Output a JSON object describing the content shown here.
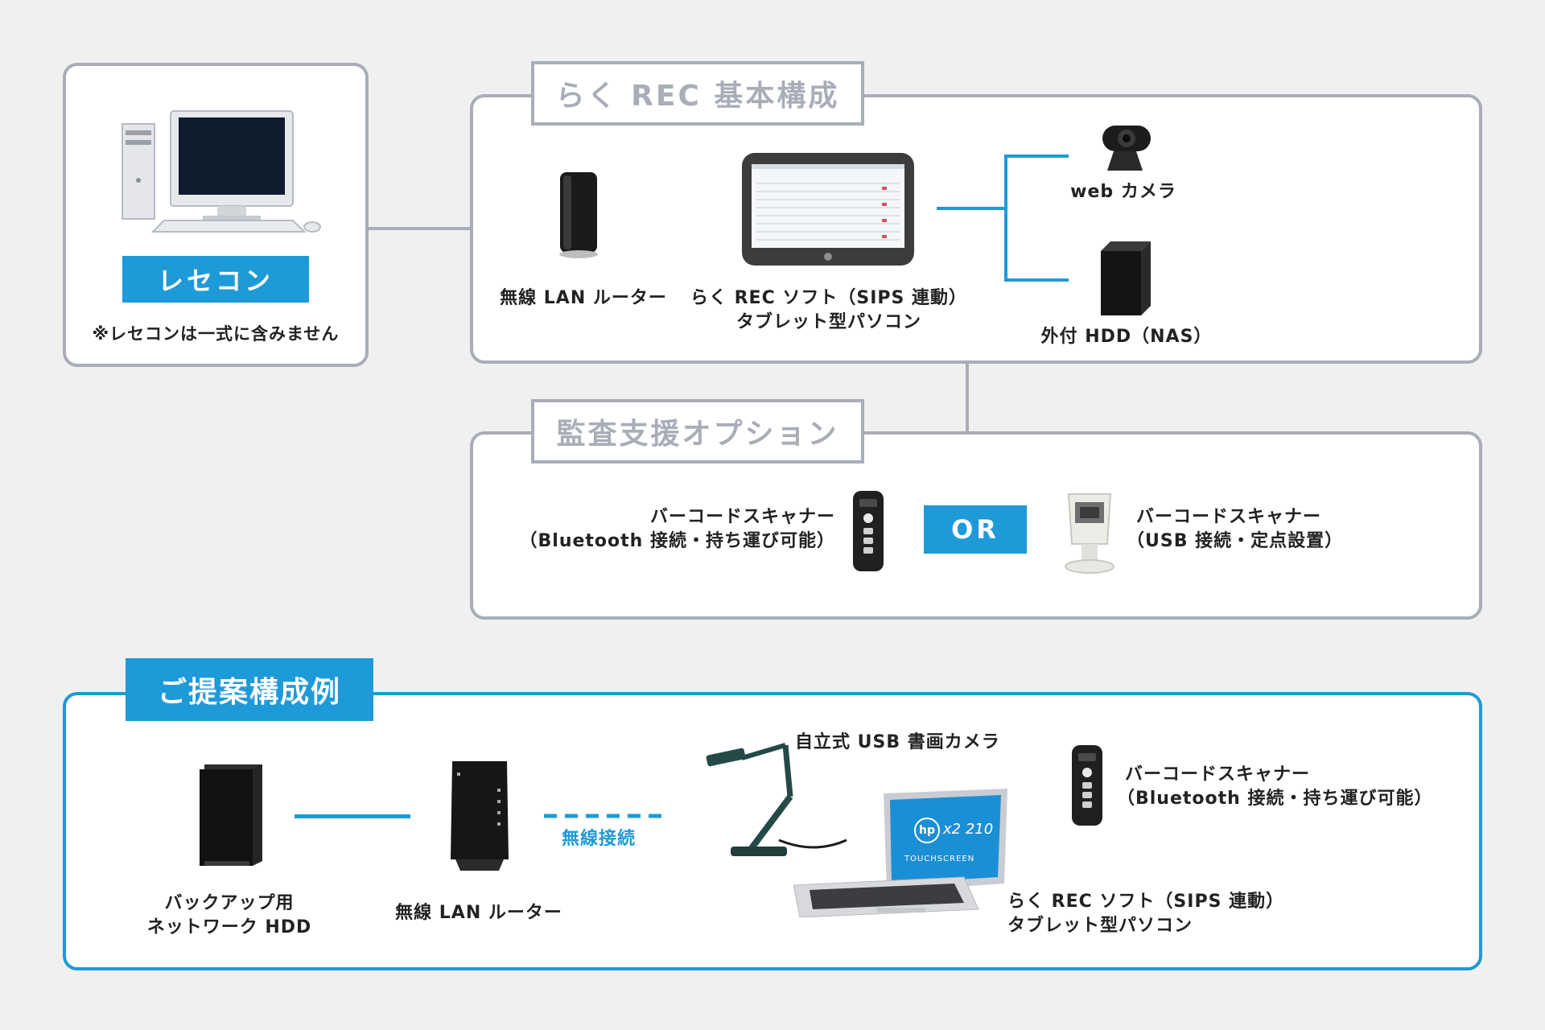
{
  "reccon": {
    "button_label": "レセコン",
    "note": "※レセコンは一式に含みません"
  },
  "basic": {
    "title": "らく REC 基本構成",
    "router_label": "無線 LAN ルーター",
    "tablet_label_1": "らく REC ソフト（SIPS 連動）",
    "tablet_label_2": "タブレット型パソコン",
    "webcam_label": "web カメラ",
    "hdd_label": "外付 HDD（NAS）"
  },
  "audit": {
    "title": "監査支援オプション",
    "scanner_bt_line1": "バーコードスキャナー",
    "scanner_bt_line2": "（Bluetooth 接続・持ち運び可能）",
    "or_label": "OR",
    "scanner_usb_line1": "バーコードスキャナー",
    "scanner_usb_line2": "（USB 接続・定点設置）"
  },
  "proposal": {
    "title": "ご提案構成例",
    "backup_line1": "バックアップ用",
    "backup_line2": "ネットワーク HDD",
    "router_label": "無線 LAN ルーター",
    "wireless_label": "無線接続",
    "doc_camera_label": "自立式 USB 書画カメラ",
    "scanner_line1": "バーコードスキャナー",
    "scanner_line2": "（Bluetooth 接続・持ち運び可能）",
    "tablet_line1": "らく REC ソフト（SIPS 連動）",
    "tablet_line2": "タブレット型パソコン",
    "laptop_brand": "hp",
    "laptop_model": "x2 210",
    "laptop_screen_text": "TOUCHSCREEN"
  },
  "colors": {
    "accent_blue": "#1e9ad8",
    "frame_gray": "#a9adb8",
    "background": "#f0f0f0"
  }
}
